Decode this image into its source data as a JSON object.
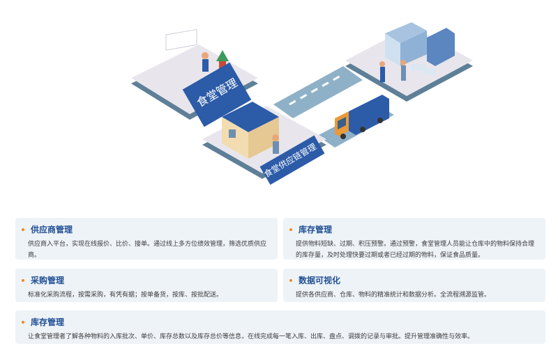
{
  "illustration": {
    "sign_canteen": "食堂管理",
    "sign_supply_chain": "食堂供应链管理",
    "icons": [
      "meeting-room",
      "house",
      "warehouse",
      "delivery-truck",
      "workers"
    ]
  },
  "cards": [
    {
      "title": "供应商管理",
      "desc": "供应商入平台，实现在线报价、比价、接单。通过线上多方位绩效管理，筛选优质供应商。"
    },
    {
      "title": "库存管理",
      "desc": "提供物料短缺、过期、积压预警。通过预警，食堂管理人员能让仓库中的物料保持合理的库存量，及时处理快要过期或者已经过期的物料，保证食品质量。"
    },
    {
      "title": "采购管理",
      "desc": "标准化采购流程，按需采购，有凭有据；按单备货，按库、按批配送。"
    },
    {
      "title": "数据可视化",
      "desc": "提供各供应商、仓库、物料的精准统计和数据分析。全流程溯源监管。"
    },
    {
      "title": "库存管理",
      "desc": "让食堂管理者了解各种物料的入库批次、单价、库存总数以及库存总价等信息，在线完成每一笔入库、出库、盘点、调拨的记录与审批。提升管理准确性与效率。"
    }
  ],
  "colors": {
    "accent": "#f08a22",
    "title": "#1f4f93",
    "card_bg": "#eef3f8",
    "sign_bg": "#2c5ba8"
  }
}
